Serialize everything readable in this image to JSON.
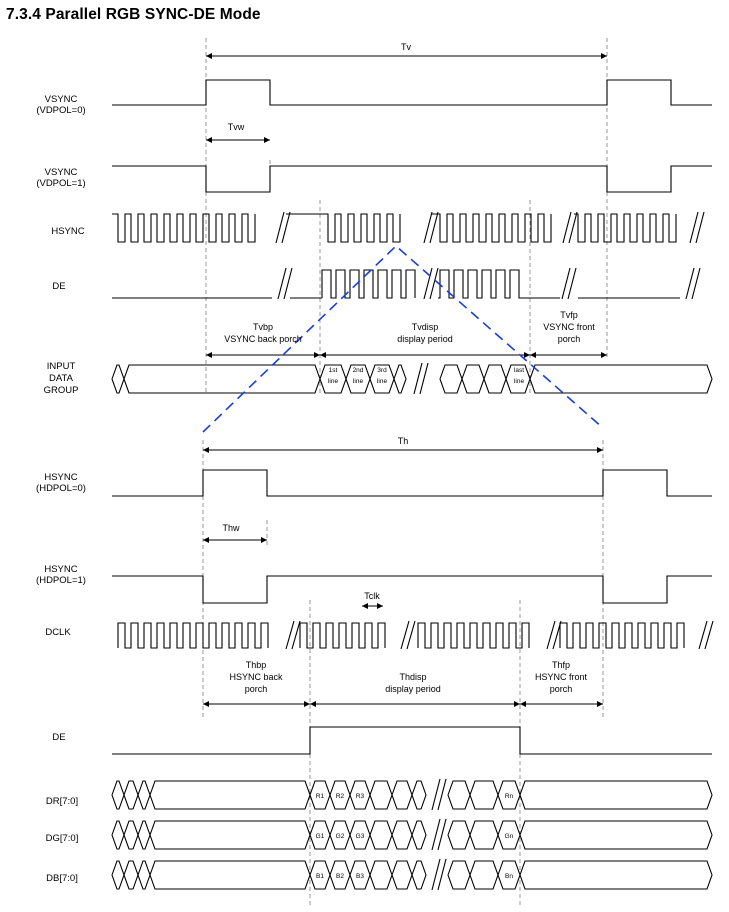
{
  "title": "7.3.4 Parallel RGB SYNC-DE Mode",
  "signals": {
    "vsync0": [
      "VSYNC",
      "(VDPOL=0)"
    ],
    "vsync1": [
      "VSYNC",
      "(VDPOL=1)"
    ],
    "hsync_v": [
      "HSYNC"
    ],
    "de_v": [
      "DE"
    ],
    "input_data": [
      "INPUT",
      "DATA",
      "GROUP"
    ],
    "hsync0": [
      "HSYNC",
      "(HDPOL=0)"
    ],
    "hsync1": [
      "HSYNC",
      "(HDPOL=1)"
    ],
    "dclk": [
      "DCLK"
    ],
    "de_h": [
      "DE"
    ],
    "dr": [
      "DR[7:0]"
    ],
    "dg": [
      "DG[7:0]"
    ],
    "db": [
      "DB[7:0]"
    ]
  },
  "timings": {
    "tv": [
      "Tv"
    ],
    "tvw": [
      "Tvw"
    ],
    "tvbp": [
      "Tvbp",
      "VSYNC back porch"
    ],
    "tvdisp": [
      "Tvdisp",
      "display period"
    ],
    "tvfp": [
      "Tvfp",
      "VSYNC front",
      "porch"
    ],
    "th": [
      "Th"
    ],
    "thw": [
      "Thw"
    ],
    "tclk": [
      "Tclk"
    ],
    "thbp": [
      "Thbp",
      "HSYNC back",
      "porch"
    ],
    "thdisp": [
      "Thdisp",
      "display period"
    ],
    "thfp": [
      "Thfp",
      "HSYNC front",
      "porch"
    ]
  },
  "line_labels": {
    "first": [
      "1st",
      "line"
    ],
    "second": [
      "2nd",
      "line"
    ],
    "third": [
      "3rd",
      "line"
    ],
    "last": [
      "last",
      "line"
    ]
  },
  "pixel_labels": {
    "dr": [
      "R1",
      "R2",
      "R3",
      "Rn"
    ],
    "dg": [
      "G1",
      "G2",
      "G3",
      "Gn"
    ],
    "db": [
      "B1",
      "B2",
      "B3",
      "Bn"
    ]
  }
}
